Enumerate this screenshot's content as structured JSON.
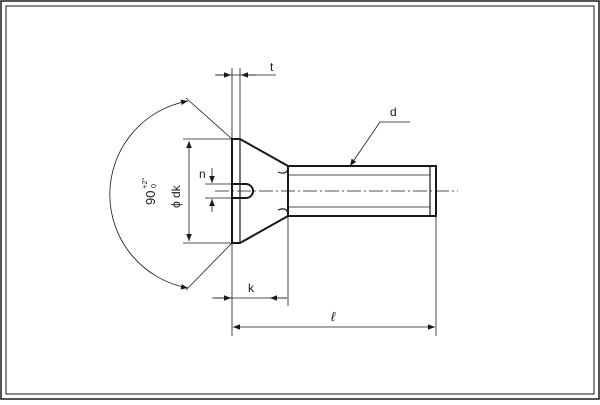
{
  "diagram": {
    "labels": {
      "t": "t",
      "d": "d",
      "n": "n",
      "dk": "ϕ dk",
      "angle": "90",
      "angle_tol_upper": "+2°",
      "angle_tol_lower": "0",
      "k": "k",
      "length": "ℓ"
    }
  }
}
